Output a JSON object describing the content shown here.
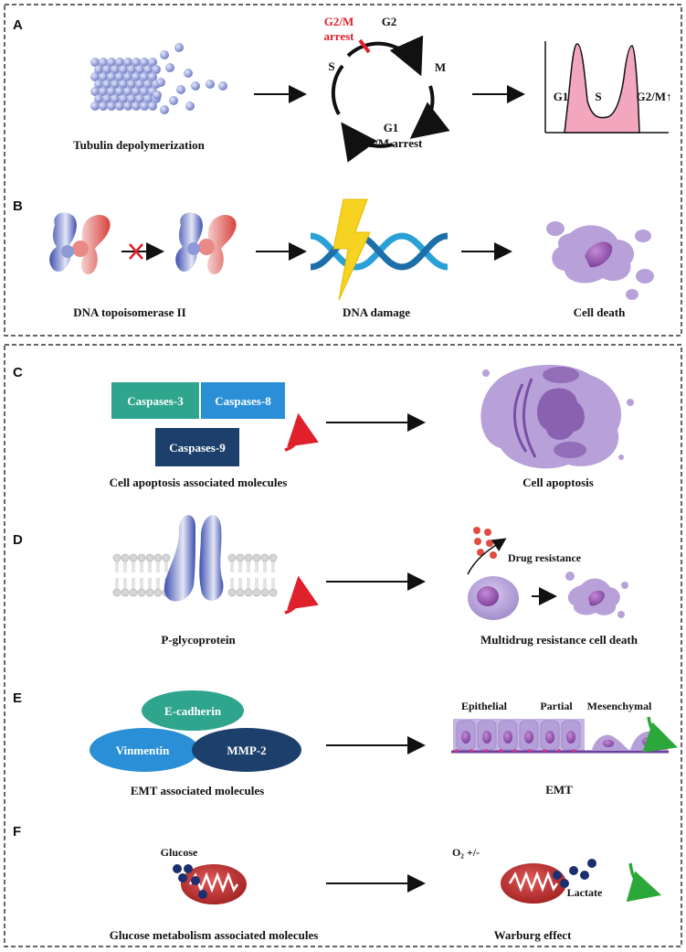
{
  "panels": {
    "A": {
      "letter": "A",
      "tubulin_label": "Tubulin depolymerization",
      "cycle": {
        "arrest_line1": "G2/M",
        "arrest_line2": "arrest",
        "g2": "G2",
        "m": "M",
        "g1": "G1",
        "s": "S",
        "caption": "G2/M arrest"
      },
      "histogram": {
        "g1": "G1",
        "s": "S",
        "g2m": "G2/M↑"
      }
    },
    "B": {
      "letter": "B",
      "topo_label": "DNA topoisomerase II",
      "dna_label": "DNA damage",
      "death_label": "Cell death"
    },
    "C": {
      "letter": "C",
      "caspase3": "Caspases-3",
      "caspase8": "Caspases-8",
      "caspase9": "Caspases-9",
      "left_label": "Cell apoptosis associated molecules",
      "right_label": "Cell apoptosis"
    },
    "D": {
      "letter": "D",
      "left_label": "P-glycoprotein",
      "drug_resistance": "Drug resistance",
      "right_label": "Multidrug  resistance cell death"
    },
    "E": {
      "letter": "E",
      "ecadherin": "E-cadherin",
      "vinmentin": "Vinmentin",
      "mmp2": "MMP-2",
      "left_label": "EMT associated molecules",
      "epithelial": "Epithelial",
      "partial": "Partial",
      "mesenchymal": "Mesenchymal",
      "right_label": "EMT"
    },
    "F": {
      "letter": "F",
      "glucose": "Glucose",
      "o2": "O₂ +/-",
      "lactate": "Lactate",
      "left_label": "Glucose metabolism associated molecules",
      "right_label": "Warburg effect"
    }
  },
  "colors": {
    "arrest_red": "#e0202a",
    "hist_fill": "#f2a7bf",
    "caspase3": "#2fa58e",
    "caspase8": "#2a8fd6",
    "caspase9": "#1c3f6b",
    "up_arrow": "#e0202a",
    "down_arrow": "#2ca83a",
    "cell_purple": "#b7a1d8",
    "dna_blue": "#2aa0d8",
    "bolt_yellow": "#f6d320",
    "mito_red": "#c42a2a",
    "dot_navy": "#1b2f6e"
  }
}
